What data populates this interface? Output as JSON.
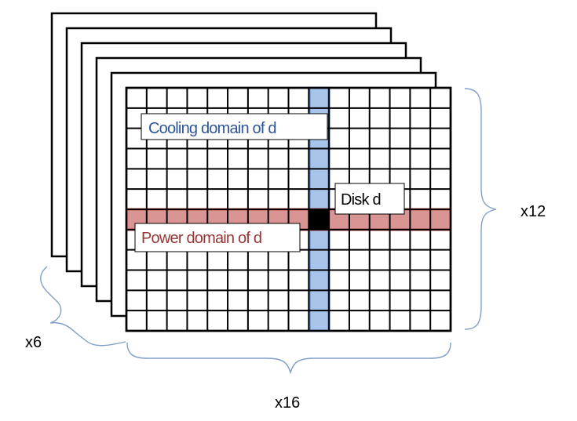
{
  "labels": {
    "cooling": "Cooling domain of d",
    "power": "Power domain of d",
    "disk": "Disk d",
    "rows_count": "x12",
    "cols_count": "x16",
    "layers_count": "x6"
  },
  "grid": {
    "columns": 16,
    "rows": 12,
    "layers": 6,
    "disk_column": 10,
    "disk_row": 7
  },
  "colors": {
    "cooling_fill": "#a9c4eb",
    "cooling_stroke": "#4f81bd",
    "cooling_text": "#2e5597",
    "power_fill": "#d99494",
    "power_stroke": "#c0504d",
    "power_text": "#953735",
    "brace": "#7f9fc9",
    "disk": "#000000"
  }
}
